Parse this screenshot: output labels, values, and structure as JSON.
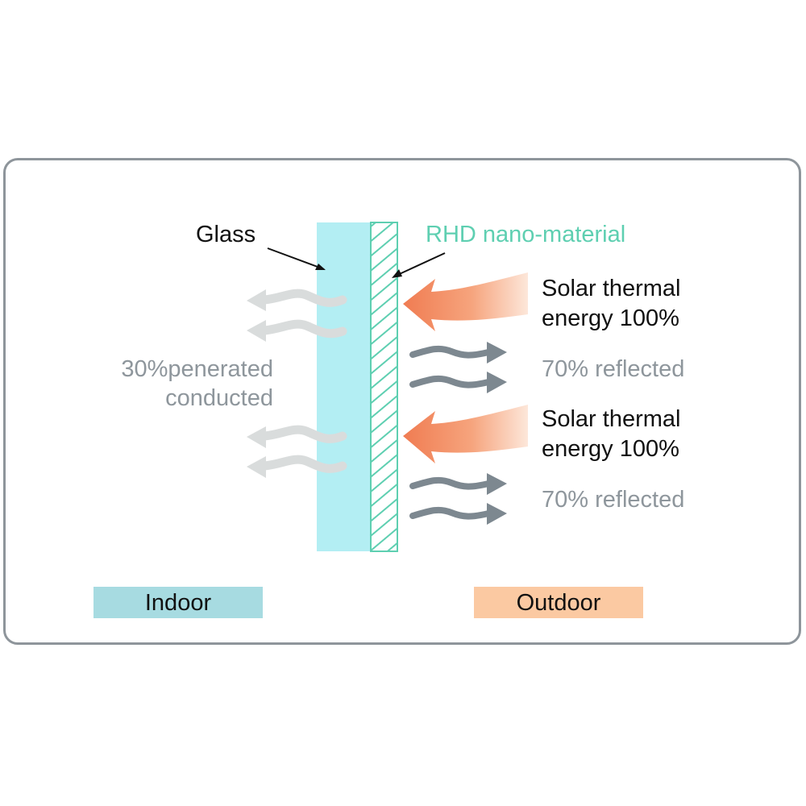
{
  "labels": {
    "glass": "Glass",
    "material": "RHD nano-material",
    "solar_1_line1": "Solar thermal",
    "solar_1_line2": "energy 100%",
    "reflected_1": "70% reflected",
    "solar_2_line1": "Solar thermal",
    "solar_2_line2": "energy 100%",
    "reflected_2": "70% reflected",
    "penetrated_line1": "30%penerated",
    "penetrated_line2": "conducted",
    "indoor": "Indoor",
    "outdoor": "Outdoor"
  },
  "colors": {
    "glass": "#b3eef3",
    "material": "#5ecfb1",
    "solar_arrow": "#f08a5d",
    "reflected_arrow": "#7d8890",
    "penetrated_arrow": "#d9dcdc",
    "gray_text": "#8e969c",
    "indoor_bg": "#a7dbe1",
    "outdoor_bg": "#fbc9a2"
  }
}
